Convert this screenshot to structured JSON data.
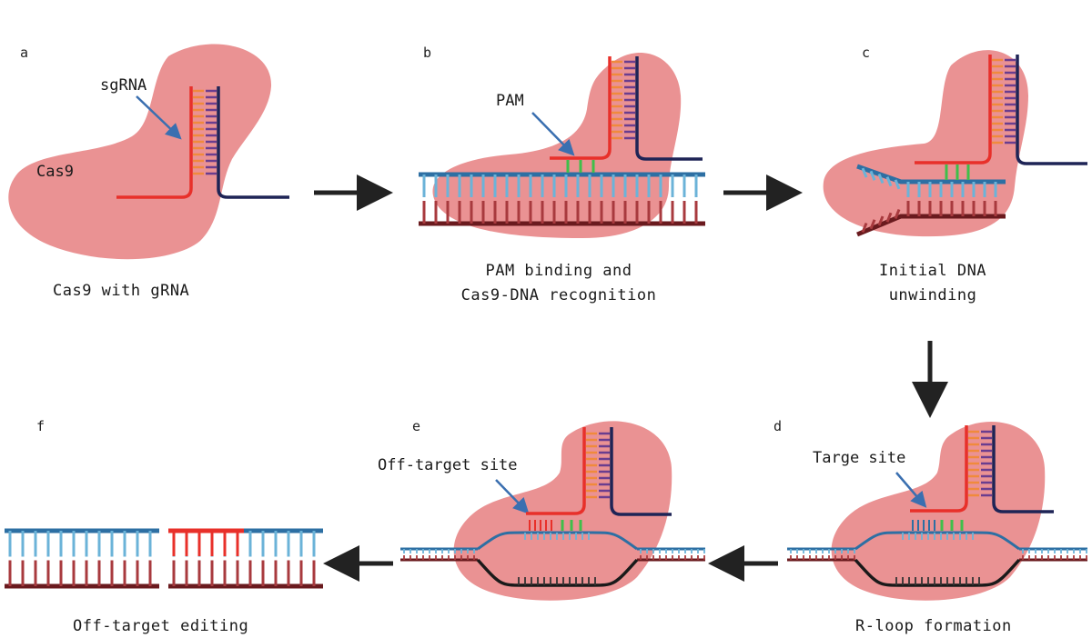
{
  "panels": {
    "a": {
      "letter": "a",
      "cas9_label": "Cas9",
      "sgrna_label": "sgRNA",
      "caption": "Cas9 with gRNA"
    },
    "b": {
      "letter": "b",
      "pam_label": "PAM",
      "caption_line1": "PAM binding and",
      "caption_line2": "Cas9-DNA recognition"
    },
    "c": {
      "letter": "c",
      "caption_line1": "Initial DNA",
      "caption_line2": "unwinding"
    },
    "d": {
      "letter": "d",
      "site_label": "Targe site",
      "caption": "R-loop formation"
    },
    "e": {
      "letter": "e",
      "site_label": "Off-target site"
    },
    "f": {
      "letter": "f",
      "caption": "Off-target editing"
    }
  },
  "colors": {
    "protein": "#e8898a",
    "protein_edge": "#d06a6c",
    "grna_red": "#e8302a",
    "grna_orange": "#f08a3c",
    "grna_purple": "#6a3d8f",
    "grna_navy": "#1e2456",
    "dna_top": "#2d6fa3",
    "dna_top_light": "#6bb3d8",
    "dna_bottom": "#6a1a1e",
    "dna_bottom_light": "#a83a3e",
    "pam_green": "#3fbf4a",
    "pointer_blue": "#3a6fb0",
    "arrow": "#222222"
  }
}
